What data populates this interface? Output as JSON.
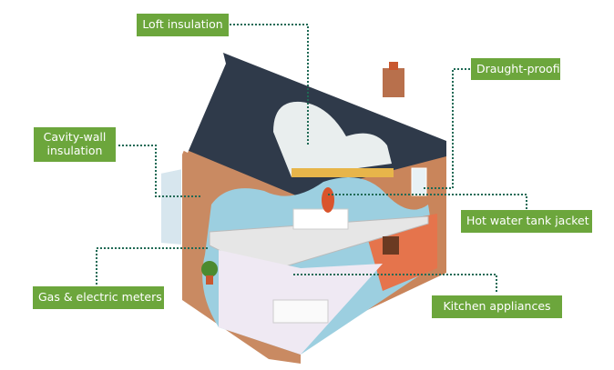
{
  "title": "Home energy efficiency measures",
  "labels": {
    "loft": "Loft insulation",
    "draught": "Draught-proofing",
    "cavity_1": "Cavity-wall",
    "cavity_2": "insulation",
    "hot_water": "Hot water tank jacket",
    "meters": "Gas & electric meters",
    "kitchen": "Kitchen appliances"
  },
  "colors": {
    "label_bg": "#6ca63c",
    "leader": "#1f6a55",
    "brick": "#c98a62",
    "roof": "#2f3a4a"
  }
}
